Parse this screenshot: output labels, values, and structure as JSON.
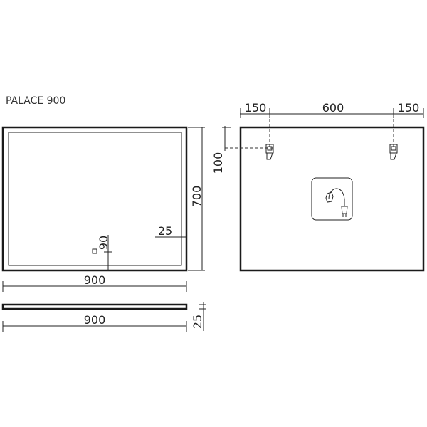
{
  "title": "PALACE 900",
  "front_view": {
    "width_label": "900",
    "height_label": "700",
    "inset_label": "25",
    "switch_offset_label": "90"
  },
  "side_view": {
    "width_label": "900",
    "depth_label": "25"
  },
  "back_view": {
    "left_offset_label": "150",
    "bracket_spacing_label": "600",
    "right_offset_label": "150",
    "top_offset_label": "100"
  },
  "colors": {
    "line": "#1a1a1a",
    "background": "#ffffff"
  }
}
